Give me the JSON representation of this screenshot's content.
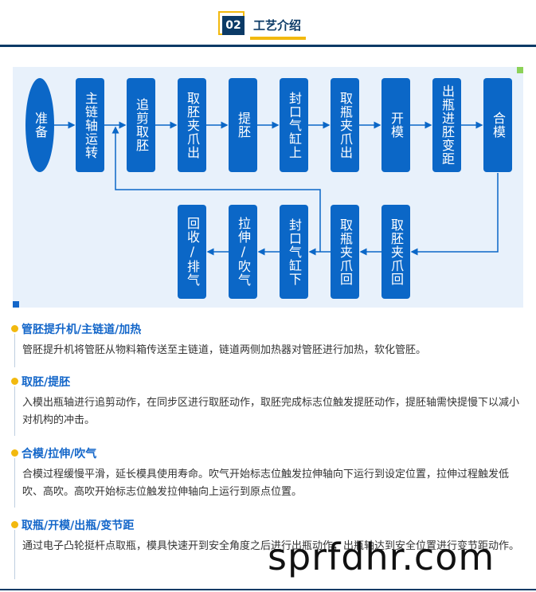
{
  "header": {
    "number": "02",
    "title": "工艺介绍"
  },
  "diagram": {
    "start": "准备",
    "top_row": [
      "主链轴运转",
      "追剪取胚",
      "取胚夹爪出",
      "提胚",
      "封口气缸上",
      "取瓶夹爪出",
      "开模",
      "出瓶进胚变距",
      "合模"
    ],
    "bottom_row": [
      "取胚夹爪回",
      "取瓶夹爪回",
      "封口气缸下",
      "拉伸/吹气",
      "回收/排气"
    ]
  },
  "topics": [
    {
      "title": "管胚提升机/主链道/加热",
      "body": "管胚提升机将管胚从物料箱传送至主链道，链道两侧加热器对管胚进行加热，软化管胚。"
    },
    {
      "title": "取胚/提胚",
      "body": "入模出瓶轴进行追剪动作，在同步区进行取胚动作，取胚完成标志位触发提胚动作，提胚轴需快提慢下以减小对机构的冲击。"
    },
    {
      "title": "合模/拉伸/吹气",
      "body": "合模过程缓慢平滑，延长模具使用寿命。吹气开始标志位触发拉伸轴向下运行到设定位置，拉伸过程触发低吹、高吹。高吹开始标志位触发拉伸轴向上运行到原点位置。"
    },
    {
      "title": "取瓶/开模/出瓶/变节距",
      "body": "通过电子凸轮挺杆点取瓶，模具快速开到安全角度之后进行出瓶动作，出瓶轴达到安全位置进行变节距动作。"
    }
  ],
  "watermark": "sprfdhr.com",
  "colors": {
    "navy": "#0b3a66",
    "node_blue": "#0b67c7",
    "accent_yellow": "#f2b90f",
    "panel_bg": "#e8f1fb",
    "title_blue": "#1366c9"
  }
}
